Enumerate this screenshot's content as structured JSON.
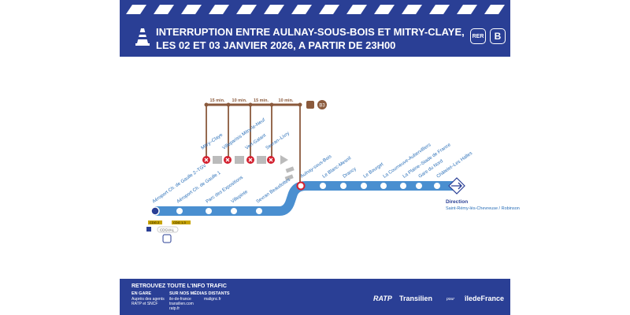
{
  "header": {
    "line1": "INTERRUPTION ENTRE AULNAY-SOUS-BOIS ET MITRY-CLAYE,",
    "line2": "LES 02 ET 03 JANVIER 2026, A PARTIR DE 23H00",
    "badge_rer": "RER",
    "badge_line": "B",
    "icon": "traffic-cone-icon"
  },
  "colors": {
    "navy": "#2a3f95",
    "line": "#4a8fd0",
    "bus": "#8b5a3c",
    "closed": "#d3202f"
  },
  "bus": {
    "label": "B3",
    "intervals": [
      "15 min.",
      "10 min.",
      "15 min.",
      "10 min."
    ]
  },
  "closed_stations": [
    "Mitry–Claye",
    "Villeparisis Mitry-le-Neuf",
    "Vert-Galant",
    "Sevran–Livry"
  ],
  "lower_stations": [
    "Aéroport Ch. de Gaulle 2–TGV",
    "Aéroport Ch. de Gaulle 1",
    "Parc des Expositions",
    "Villepinte",
    "Sevran Beaudottes"
  ],
  "upper_stations": [
    "Aulnay-sous-Bois",
    "Le Blanc-Mesnil",
    "Drancy",
    "Le Bourget",
    "La Courneuve-Aubervilliers",
    "La Plaine–Stade de France",
    "Gare du Nord",
    "Châtelet–Les Halles"
  ],
  "cdg": {
    "tag1": "CDG 2",
    "tag2": "CDG 1-3",
    "cdgval": "CDGVAL"
  },
  "direction": {
    "label": "Direction",
    "dest": "Saint-Rémy-lès-Chevreuse / Robinson"
  },
  "footer": {
    "title": "RETROUVEZ TOUTE L'INFO TRAFIC",
    "en_gare": "EN GARE",
    "en_gare_text": "Auprès des agents\nRATP et SNCF",
    "medias": "SUR NOS MÉDIAS DISTANTS",
    "medias_text": "ile-de-france\ntransilien.com\nratp.fr",
    "medias_text2": "malignc.fr",
    "ratp": "RATP",
    "transilien": "Transilien",
    "pour": "pour",
    "idfm": "îledeFrance"
  }
}
